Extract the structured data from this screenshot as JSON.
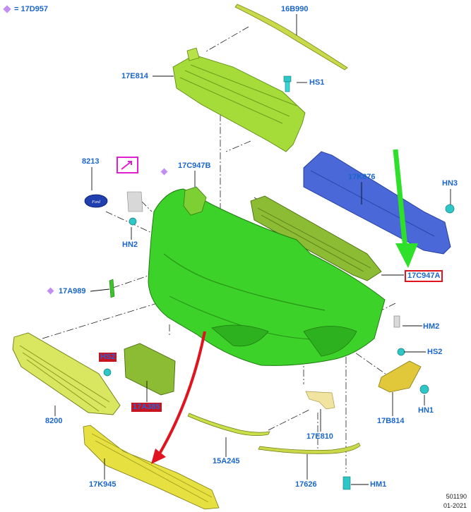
{
  "legend": {
    "symbol": "diamond-icon",
    "text": "= 17D957",
    "color": "#c38ef0"
  },
  "labels": {
    "p16B990": "16B990",
    "p17E814": "17E814",
    "hs1": "HS1",
    "p8213": "8213",
    "p17C947B": "17C947B",
    "p17K876": "17K876",
    "hn3": "HN3",
    "hn2": "HN2",
    "p17C947A": "17C947A",
    "p17A989": "17A989",
    "hm2": "HM2",
    "hs2a": "HS2",
    "hs2b": "HS2",
    "p17A385": "17A385",
    "p8200": "8200",
    "p17E810": "17E810",
    "p17B814": "17B814",
    "hn1": "HN1",
    "p15A245": "15A245",
    "p17K945": "17K945",
    "p17626": "17626",
    "hm1": "HM1"
  },
  "footer": {
    "code": "501190",
    "date": "01-2021"
  },
  "colors": {
    "label": "#1a66cc",
    "bumper": "#3cd22a",
    "bracket": "#a6dc3a",
    "beam": "#4a68d8",
    "absorber": "#8cbc34",
    "yellow": "#e0d830",
    "clip": "#2ec7c7",
    "red_arrow": "#e0141e",
    "green_arrow": "#2ee02a",
    "highlight": "#e020d0"
  }
}
